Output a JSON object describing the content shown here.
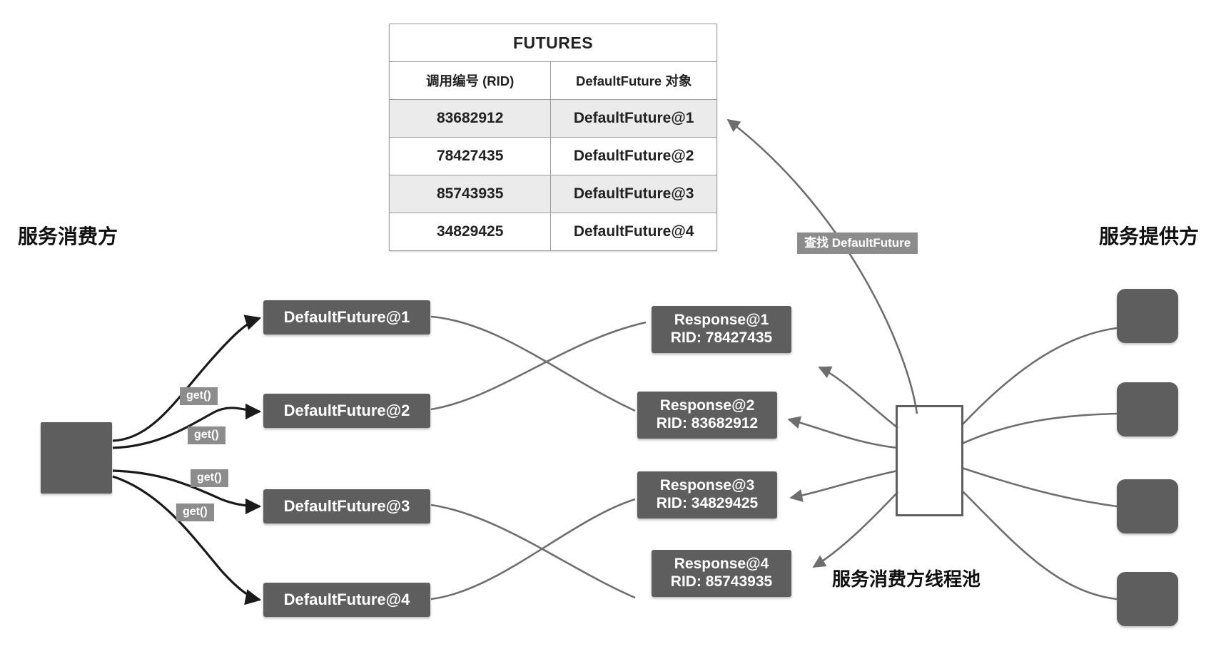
{
  "headings": {
    "consumer": "服务消费方",
    "provider": "服务提供方",
    "thread_pool": "服务消费方线程池"
  },
  "futures_table": {
    "title": "FUTURES",
    "columns": [
      "调用编号 (RID)",
      "DefaultFuture 对象"
    ],
    "rows": [
      {
        "rid": "83682912",
        "object": "DefaultFuture@1"
      },
      {
        "rid": "78427435",
        "object": "DefaultFuture@2"
      },
      {
        "rid": "85743935",
        "object": "DefaultFuture@3"
      },
      {
        "rid": "34829425",
        "object": "DefaultFuture@4"
      }
    ]
  },
  "futures": [
    {
      "label": "DefaultFuture@1"
    },
    {
      "label": "DefaultFuture@2"
    },
    {
      "label": "DefaultFuture@3"
    },
    {
      "label": "DefaultFuture@4"
    }
  ],
  "responses": [
    {
      "name": "Response@1",
      "rid": "RID: 78427435"
    },
    {
      "name": "Response@2",
      "rid": "RID: 83682912"
    },
    {
      "name": "Response@3",
      "rid": "RID: 34829425"
    },
    {
      "name": "Response@4",
      "rid": "RID: 85743935"
    }
  ],
  "edge_labels": {
    "get": [
      "get()",
      "get()",
      "get()",
      "get()"
    ],
    "lookup": "查找 DefaultFuture"
  },
  "colors": {
    "node_fill": "#5e5e5e",
    "chip_fill": "#8c8c8c",
    "table_border": "#9c9c9c",
    "table_alt_row": "#ebebeb",
    "wire_dark": "#1a1a1a",
    "wire_grey": "#6e6e6e",
    "background": "#ffffff"
  }
}
